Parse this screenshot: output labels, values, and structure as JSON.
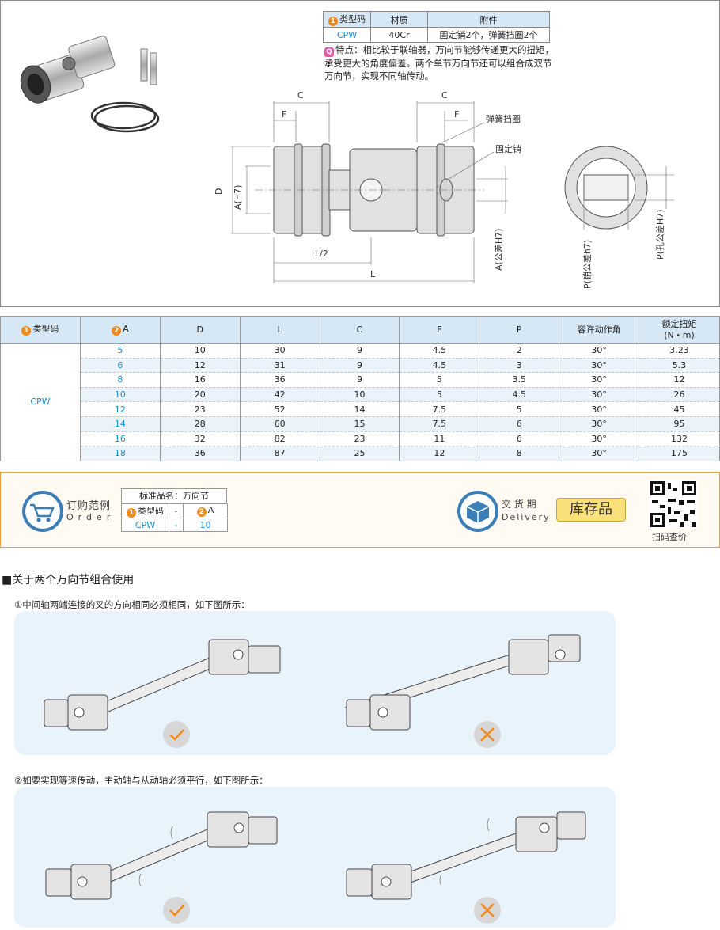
{
  "spec": {
    "headers": [
      "类型码",
      "材质",
      "附件"
    ],
    "row": [
      "CPW",
      "40Cr",
      "固定销2个，弹簧挡圈2个"
    ]
  },
  "feature": {
    "text": "特点：相比较于联轴器，万向节能够传递更大的扭矩，承受更大的角度偏差。两个单节万向节还可以组合成双节万向节，实现不同轴传动。"
  },
  "drawing": {
    "labels": {
      "c1": "C",
      "f1": "F",
      "c2": "C",
      "f2": "F",
      "spring": "弹簧挡圈",
      "pin": "固定销",
      "d": "D",
      "a_h7": "A(H7)",
      "l_half": "L/2",
      "l": "L",
      "a_tol": "A(公差H7)",
      "p_pin": "P(销公差h7)",
      "p_hole": "P(孔公差H7)"
    }
  },
  "table": {
    "headers": [
      "类型码",
      "A",
      "D",
      "L",
      "C",
      "F",
      "P",
      "容许动作角",
      "额定扭矩",
      "(N・m)"
    ],
    "type": "CPW",
    "rows": [
      [
        "5",
        "10",
        "30",
        "9",
        "4.5",
        "2",
        "30°",
        "3.23"
      ],
      [
        "6",
        "12",
        "31",
        "9",
        "4.5",
        "3",
        "30°",
        "5.3"
      ],
      [
        "8",
        "16",
        "36",
        "9",
        "5",
        "3.5",
        "30°",
        "12"
      ],
      [
        "10",
        "20",
        "42",
        "10",
        "5",
        "4.5",
        "30°",
        "26"
      ],
      [
        "12",
        "23",
        "52",
        "14",
        "7.5",
        "5",
        "30°",
        "45"
      ],
      [
        "14",
        "28",
        "60",
        "15",
        "7.5",
        "6",
        "30°",
        "95"
      ],
      [
        "16",
        "32",
        "82",
        "23",
        "11",
        "6",
        "30°",
        "132"
      ],
      [
        "18",
        "36",
        "87",
        "25",
        "12",
        "8",
        "30°",
        "175"
      ]
    ]
  },
  "order": {
    "title_cn": "订购范例",
    "title_en": "Order",
    "std_name": "标准品名：万向节",
    "col1": "类型码",
    "dash": "-",
    "col2": "A",
    "val1": "CPW",
    "val2": "10",
    "delivery_cn": "交 货 期",
    "delivery_en": "Delivery",
    "stock": "库存品",
    "qr": "扫码查价"
  },
  "combo": {
    "title": "■关于两个万向节组合使用",
    "note1": "①中间轴两端连接的叉的方向相同必须相同，如下图所示：",
    "note2": "②如要实现等速传动，主动轴与从动轴必须平行，如下图所示："
  },
  "colors": {
    "accent": "#1a8fd6",
    "header": "#d6e8f5",
    "badge": "#f28a1a",
    "panel": "#e9f3fb",
    "stock": "#f9e07a"
  }
}
